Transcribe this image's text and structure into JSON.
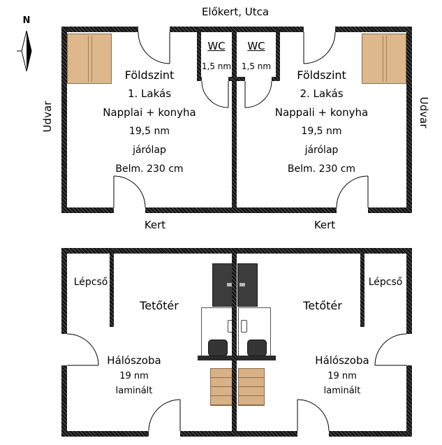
{
  "page": {
    "street_label": "Előkert, Utca"
  },
  "compass": {
    "north_label": "N"
  },
  "labels": {
    "udvar_left": "Udvar",
    "udvar_right": "Udvar",
    "kert_left": "Kert",
    "kert_right": "Kert"
  },
  "ground_floor": {
    "wc_left": {
      "title": "WC",
      "area": "1,5 nm"
    },
    "wc_right": {
      "title": "WC",
      "area": "1,5 nm"
    },
    "apartment_left": {
      "floor": "Földszint",
      "unit": "1. Lakás",
      "room": "Napplai + konyha",
      "area": "19,5 nm",
      "flooring": "járólap",
      "ceiling": "Belm. 230 cm"
    },
    "apartment_right": {
      "floor": "Földszint",
      "unit": "2. Lakás",
      "room": "Nappali + konyha",
      "area": "19,5 nm",
      "flooring": "járólap",
      "ceiling": "Belm. 230 cm"
    }
  },
  "attic": {
    "left": {
      "stairs": "Lépcső",
      "title": "Tetőtér",
      "room": "Hálószoba",
      "area": "19 nm",
      "flooring": "laminált"
    },
    "right": {
      "stairs": "Lépcső",
      "title": "Tetőtér",
      "room": "Hálószoba",
      "area": "19 nm",
      "flooring": "laminált"
    }
  },
  "colors": {
    "wall": "#151515",
    "wood": "#dcb88c",
    "dark_furniture": "#3c3c3c",
    "background": "#ffffff"
  }
}
